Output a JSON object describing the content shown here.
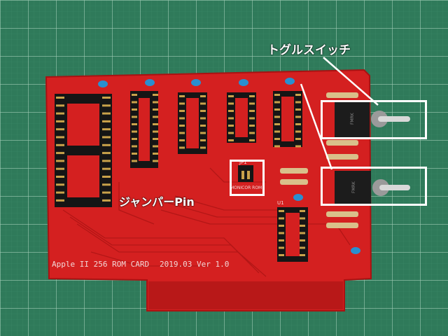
{
  "annotations": {
    "toggle_switch_label": "トグルスイッチ",
    "jumper_pin_label": "ジャンパーPin"
  },
  "board": {
    "silkscreen_title": "Apple II 256 ROM CARD",
    "silkscreen_version": "2019.03 Ver 1.0",
    "jumper_ref": "JP1",
    "jumper_legend": "MONICOR ROM",
    "ic_ref_u1": "U1",
    "switch_marking": "FMRK"
  },
  "colors": {
    "mat_green": "#2f7a5a",
    "pcb_red": "#d42020",
    "socket_black": "#151515",
    "gold": "#c9a24a",
    "annotation_white": "#ffffff"
  }
}
